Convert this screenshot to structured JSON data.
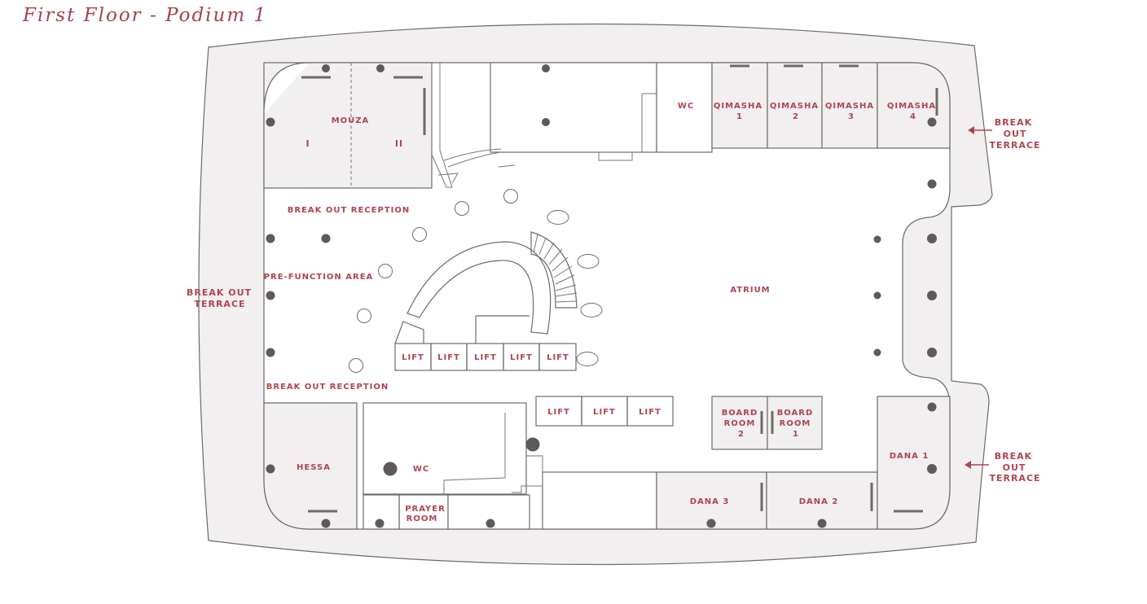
{
  "title": "First Floor - Podium 1",
  "rooms": {
    "mouza": "MOUZA",
    "mouza_1": "I",
    "mouza_2": "II",
    "wc_top": "WC",
    "qimasha_label": "QIMASHA",
    "qimasha_numbers": [
      "1",
      "2",
      "3",
      "4"
    ],
    "break_out_reception_top": "BREAK OUT RECEPTION",
    "pre_function_area": "PRE-FUNCTION AREA",
    "atrium": "ATRIUM",
    "lift": "LIFT",
    "break_out_reception_bottom": "BREAK OUT RECEPTION",
    "board_room_line1": "BOARD",
    "board_room_line2": "ROOM",
    "board_room_numbers": [
      "2",
      "1"
    ],
    "hessa": "HESSA",
    "wc_bottom": "WC",
    "prayer_room_line1": "PRAYER",
    "prayer_room_line2": "ROOM",
    "dana_1": "DANA 1",
    "dana_2": "DANA 2",
    "dana_3": "DANA 3"
  },
  "terraces": {
    "left_line1": "BREAK OUT",
    "left_line2": "TERRACE",
    "right_line1": "BREAK",
    "right_line2": "OUT",
    "right_line3": "TERRACE"
  },
  "colors": {
    "accent": "#b04450",
    "wall": "#6e6a6a",
    "floor": "#f1eff0"
  }
}
